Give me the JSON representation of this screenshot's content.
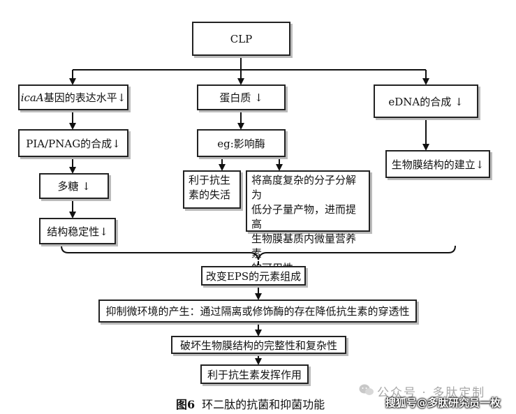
{
  "diagram": {
    "top": "CLP",
    "branch1": {
      "n1_italic": "icaA",
      "n1_rest": "基因的表达水平↓",
      "n2": "PIA/PNAG的合成↓",
      "n3": "多糖 ↓",
      "n4": "结构稳定性↓"
    },
    "branch2": {
      "n1": "蛋白质 ↓",
      "n2": "eg:影响酶",
      "n3_lines": [
        "利于抗生",
        "素的失活"
      ],
      "n4_lines": [
        "将高度复杂的分子分解为",
        "低分子量产物，进而提高",
        "生物膜基质内微量营养素",
        "的可用性"
      ]
    },
    "branch3": {
      "n1": "eDNA的合成 ↓",
      "n2": "生物膜结构的建立↓"
    },
    "bottom": [
      "改变EPS的元素组成",
      "抑制微环境的产生：通过隔离或修饰酶的存在降低抗生素的穿透性",
      "破坏生物膜结构的完整性和复杂性",
      "利于抗生素发挥作用"
    ]
  },
  "caption": {
    "number": "图6",
    "title": "环二肽的抗菌和抑菌功能"
  },
  "watermark": {
    "top": "公众号 · 多肽定制",
    "bottom": "搜狐号@多肽研究员一枚",
    "icon": "wechat-icon"
  }
}
